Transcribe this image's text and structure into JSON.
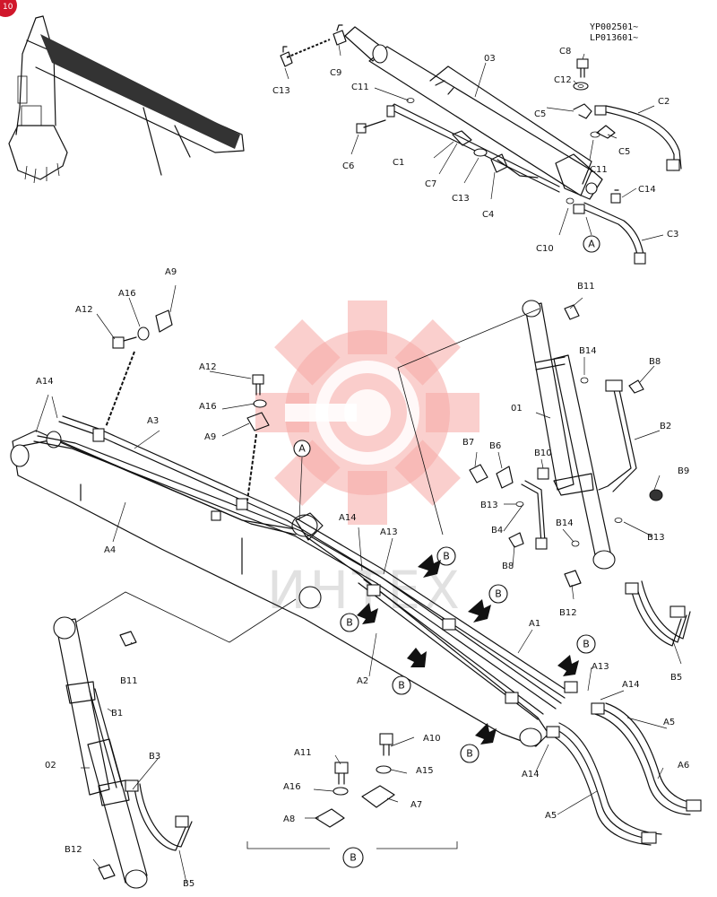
{
  "figure": {
    "page_marker": "10",
    "serial_lines": [
      "YP002501~",
      "LP013601~"
    ],
    "watermark_text": "ИНТЕХ",
    "watermark_color": "#f6a9a6",
    "detail_callout": "A",
    "section_callout": "B",
    "labels": {
      "c9": "C9",
      "c13_top": "C13",
      "o3": "03",
      "c8": "C8",
      "c12": "C12",
      "c11_top": "C11",
      "c2": "C2",
      "c5_left": "C5",
      "c5_right": "C5",
      "c11_right": "C11",
      "c6": "C6",
      "c1": "C1",
      "c7": "C7",
      "c13_mid": "C13",
      "c4": "C4",
      "c14": "C14",
      "c10": "C10",
      "c3": "C3",
      "a9_top": "A9",
      "a16_top": "A16",
      "a12_top": "A12",
      "a14_top": "A14",
      "a3": "A3",
      "a12_mid": "A12",
      "a16_mid": "A16",
      "a9_mid": "A9",
      "a4": "A4",
      "b11_top": "B11",
      "b14_top": "B14",
      "b8_top": "B8",
      "o1": "01",
      "b2": "B2",
      "b7": "B7",
      "b6": "B6",
      "b10": "B10",
      "b9": "B9",
      "b13_left": "B13",
      "b4": "B4",
      "b14_mid": "B14",
      "b13_right": "B13",
      "b8_mid": "B8",
      "b12_mid": "B12",
      "a14_mid": "A14",
      "a13_mid": "A13",
      "a1": "A1",
      "a2": "A2",
      "b5_right": "B5",
      "a13_low": "A13",
      "a14_low": "A14",
      "a5_right": "A5",
      "a6": "A6",
      "a14_bottom": "A14",
      "a5_bottom": "A5",
      "b11_left": "B11",
      "b1": "B1",
      "o2": "02",
      "b3": "B3",
      "b12_left": "B12",
      "b5_left": "B5",
      "a11": "A11",
      "a10": "A10",
      "a15": "A15",
      "a16_low": "A16",
      "a7": "A7",
      "a8": "A8"
    }
  }
}
